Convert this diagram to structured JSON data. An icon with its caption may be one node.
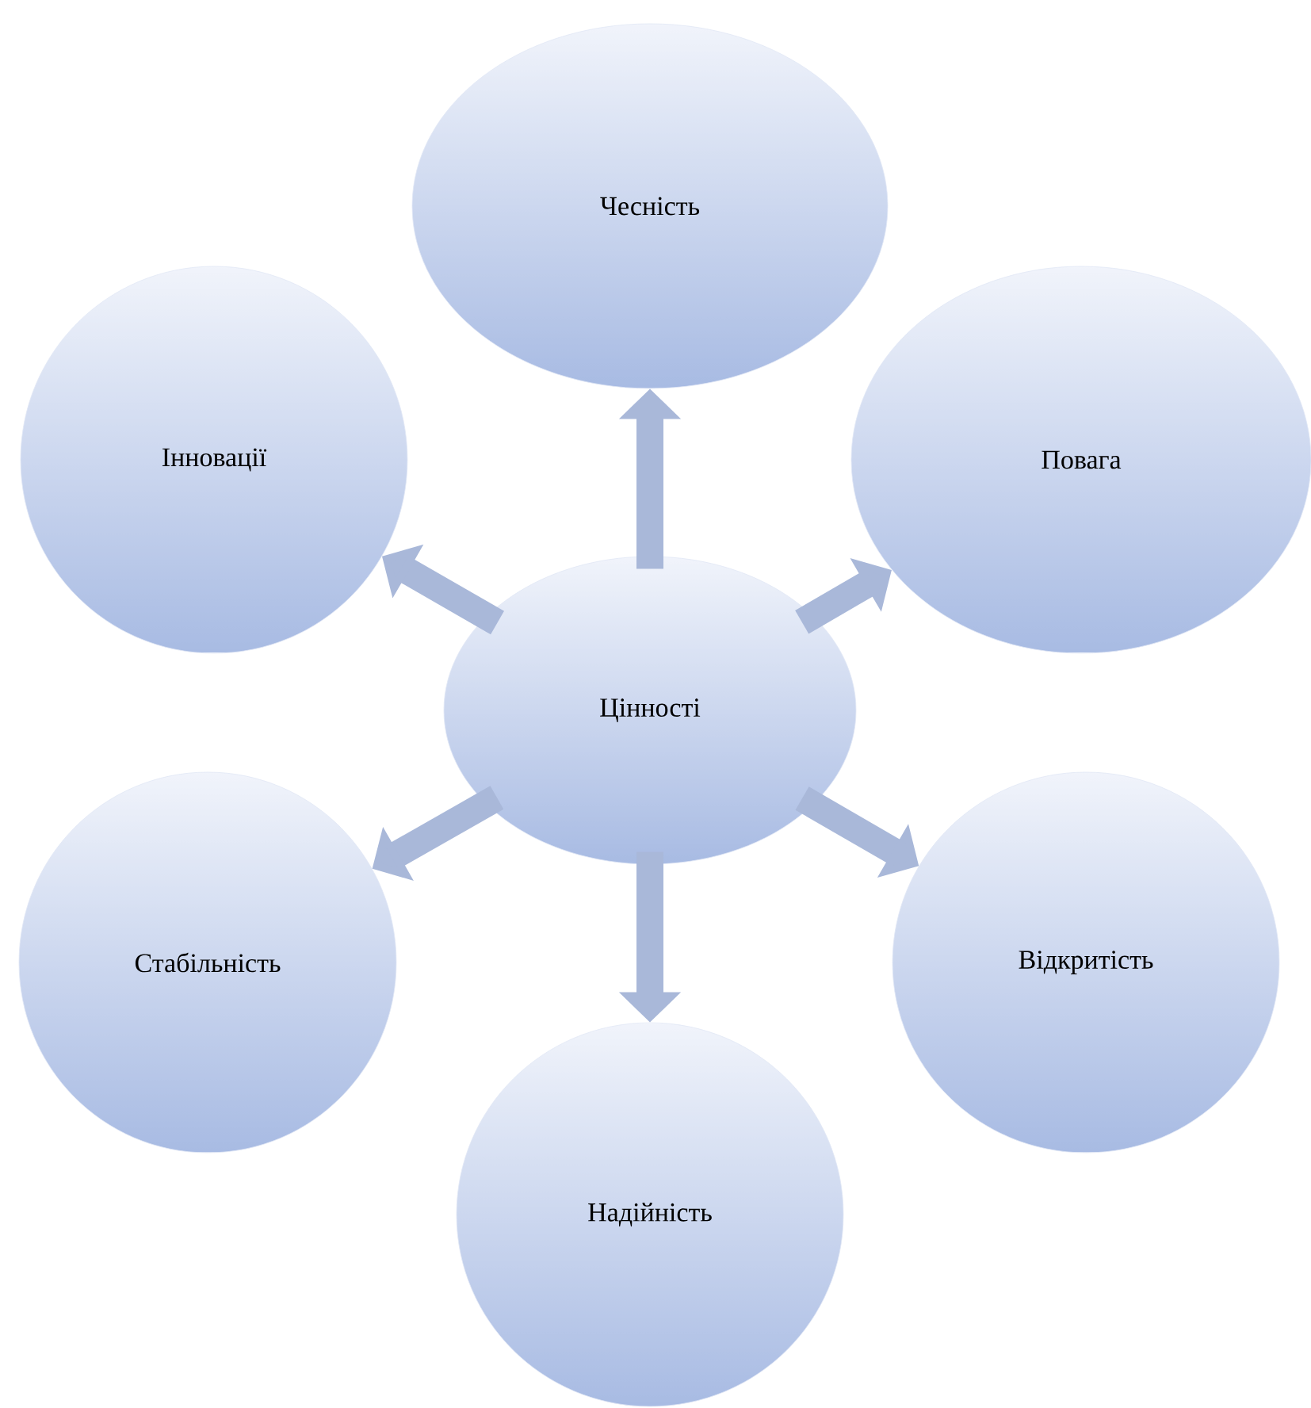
{
  "diagram": {
    "nodes": [
      {
        "text": [
          "Цінності"
        ]
      },
      {
        "text": [
          "Чесність"
        ]
      },
      {
        "text": [
          "Повага"
        ]
      },
      {
        "text": [
          "Відкритість"
        ]
      },
      {
        "text": [
          "Надійність"
        ]
      },
      {
        "text": [
          "Стабільність"
        ]
      },
      {
        "text": [
          "Інновації"
        ]
      }
    ],
    "edges": [
      {
        "from": 0,
        "to": 1,
        "arrow": "to"
      },
      {
        "from": 0,
        "to": 2,
        "arrow": "to"
      },
      {
        "from": 0,
        "to": 3,
        "arrow": "to"
      },
      {
        "from": 0,
        "to": 4,
        "arrow": "to"
      },
      {
        "from": 0,
        "to": 5,
        "arrow": "to"
      },
      {
        "from": 0,
        "to": 6,
        "arrow": "to"
      }
    ]
  }
}
